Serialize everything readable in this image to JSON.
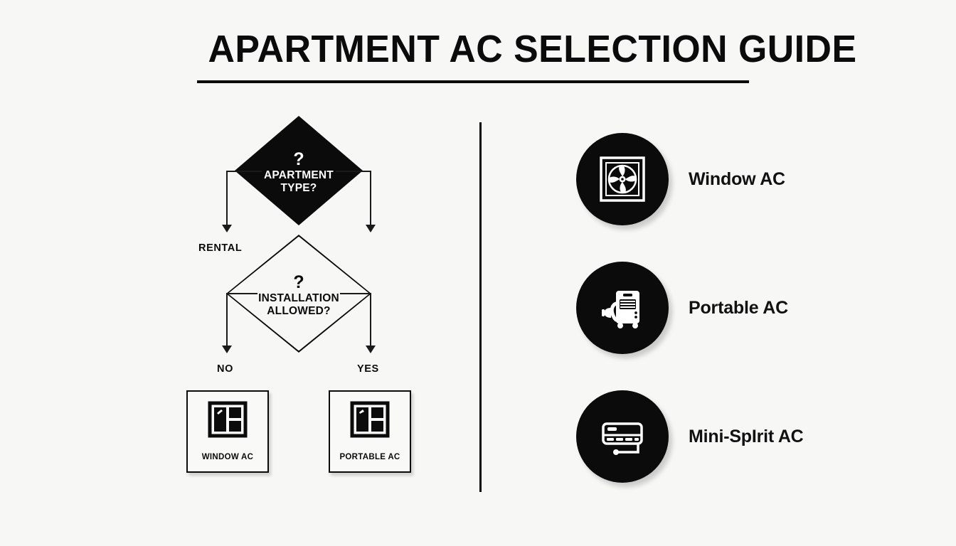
{
  "page": {
    "title": "APARTMENT AC SELECTION GUIDE",
    "background_color": "#f7f7f5",
    "ink_color": "#0b0b0b"
  },
  "flowchart": {
    "nodes": [
      {
        "id": "apartment-type",
        "shape": "diamond",
        "style": "filled",
        "marker": "?",
        "label_line1": "APARTMENT",
        "label_line2": "TYPE?"
      },
      {
        "id": "installation-allowed",
        "shape": "diamond",
        "style": "outlined",
        "marker": "?",
        "label_line1": "INSTALLATION",
        "label_line2": "ALLOWED?"
      }
    ],
    "edge_labels": [
      {
        "id": "rental",
        "text": "RENTAL"
      },
      {
        "id": "no",
        "text": "NO"
      },
      {
        "id": "yes",
        "text": "YES"
      }
    ],
    "results": [
      {
        "id": "window-ac",
        "label": "WINDOW AC",
        "icon": "window-unit-icon"
      },
      {
        "id": "portable-ac",
        "label": "PORTABLE AC",
        "icon": "window-unit-icon"
      }
    ]
  },
  "legend": {
    "items": [
      {
        "id": "window-ac",
        "label": "Window AC",
        "icon": "fan-in-frame-icon"
      },
      {
        "id": "portable-ac",
        "label": "Portable AC",
        "icon": "portable-ac-unit-icon"
      },
      {
        "id": "mini-split-ac",
        "label": "Mini-SpIrit AC",
        "icon": "mini-split-unit-icon"
      }
    ]
  }
}
